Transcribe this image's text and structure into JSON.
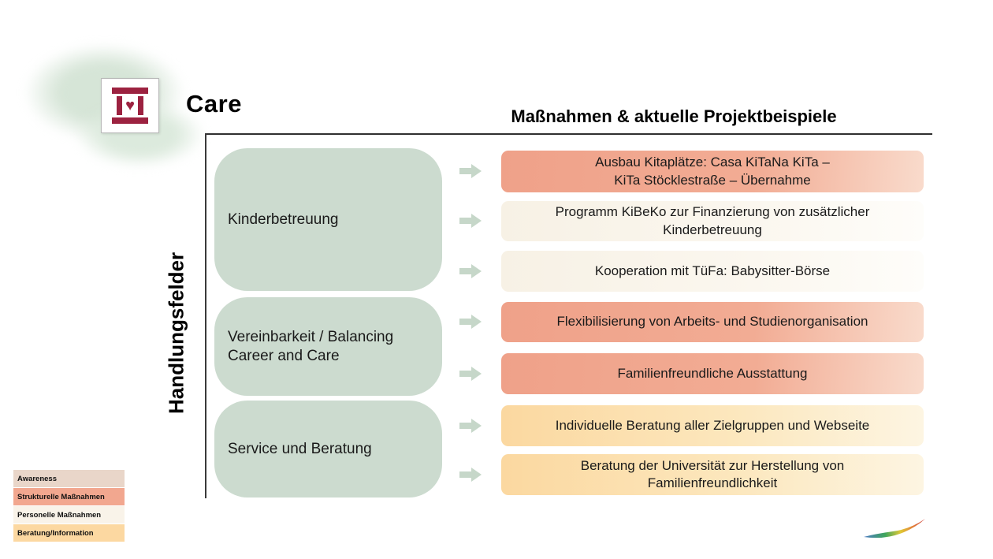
{
  "header": {
    "category_title": "Care",
    "column_title": "Maßnahmen & aktuelle Projektbeispiele",
    "axis_label": "Handlungsfelder"
  },
  "logo": {
    "heart_glyph": "♥"
  },
  "fields": [
    {
      "label": "Kinderbetreuung",
      "projects": [
        {
          "text": "Ausbau Kitaplätze: Casa KiTaNa KiTa –\nKiTa Stöcklestraße – Übernahme",
          "type": "strukturell"
        },
        {
          "text": "Programm KiBeKo zur Finanzierung von zusätzlicher\nKinderbetreuung",
          "type": "personell"
        },
        {
          "text": "Kooperation mit TüFa: Babysitter-Börse",
          "type": "personell"
        }
      ]
    },
    {
      "label": "Vereinbarkeit / Balancing\nCareer and Care",
      "projects": [
        {
          "text": "Flexibilisierung von Arbeits- und Studienorganisation",
          "type": "strukturell"
        },
        {
          "text": "Familienfreundliche Ausstattung",
          "type": "strukturell"
        }
      ]
    },
    {
      "label": "Service und Beratung",
      "projects": [
        {
          "text": "Individuelle Beratung aller Zielgruppen und Webseite",
          "type": "beratung"
        },
        {
          "text": "Beratung der Universität zur Herstellung von\nFamilienfreundlichkeit",
          "type": "beratung"
        }
      ]
    }
  ],
  "legend": [
    {
      "label": "Awareness",
      "color": "#e9d6c9"
    },
    {
      "label": "Strukturelle Maßnahmen",
      "color": "#f2a78f"
    },
    {
      "label": "Personelle Maßnahmen",
      "color": "#f9f3e9"
    },
    {
      "label": "Beratung/Information",
      "color": "#fcd8a1"
    }
  ],
  "colors": {
    "field_box": "#ccdbcf",
    "arrow": "#c6d7c9",
    "strukturell": "#efa189",
    "personell": "#f7f1e5",
    "beratung": "#fbd8a0",
    "logo_maroon": "#9c2240"
  }
}
